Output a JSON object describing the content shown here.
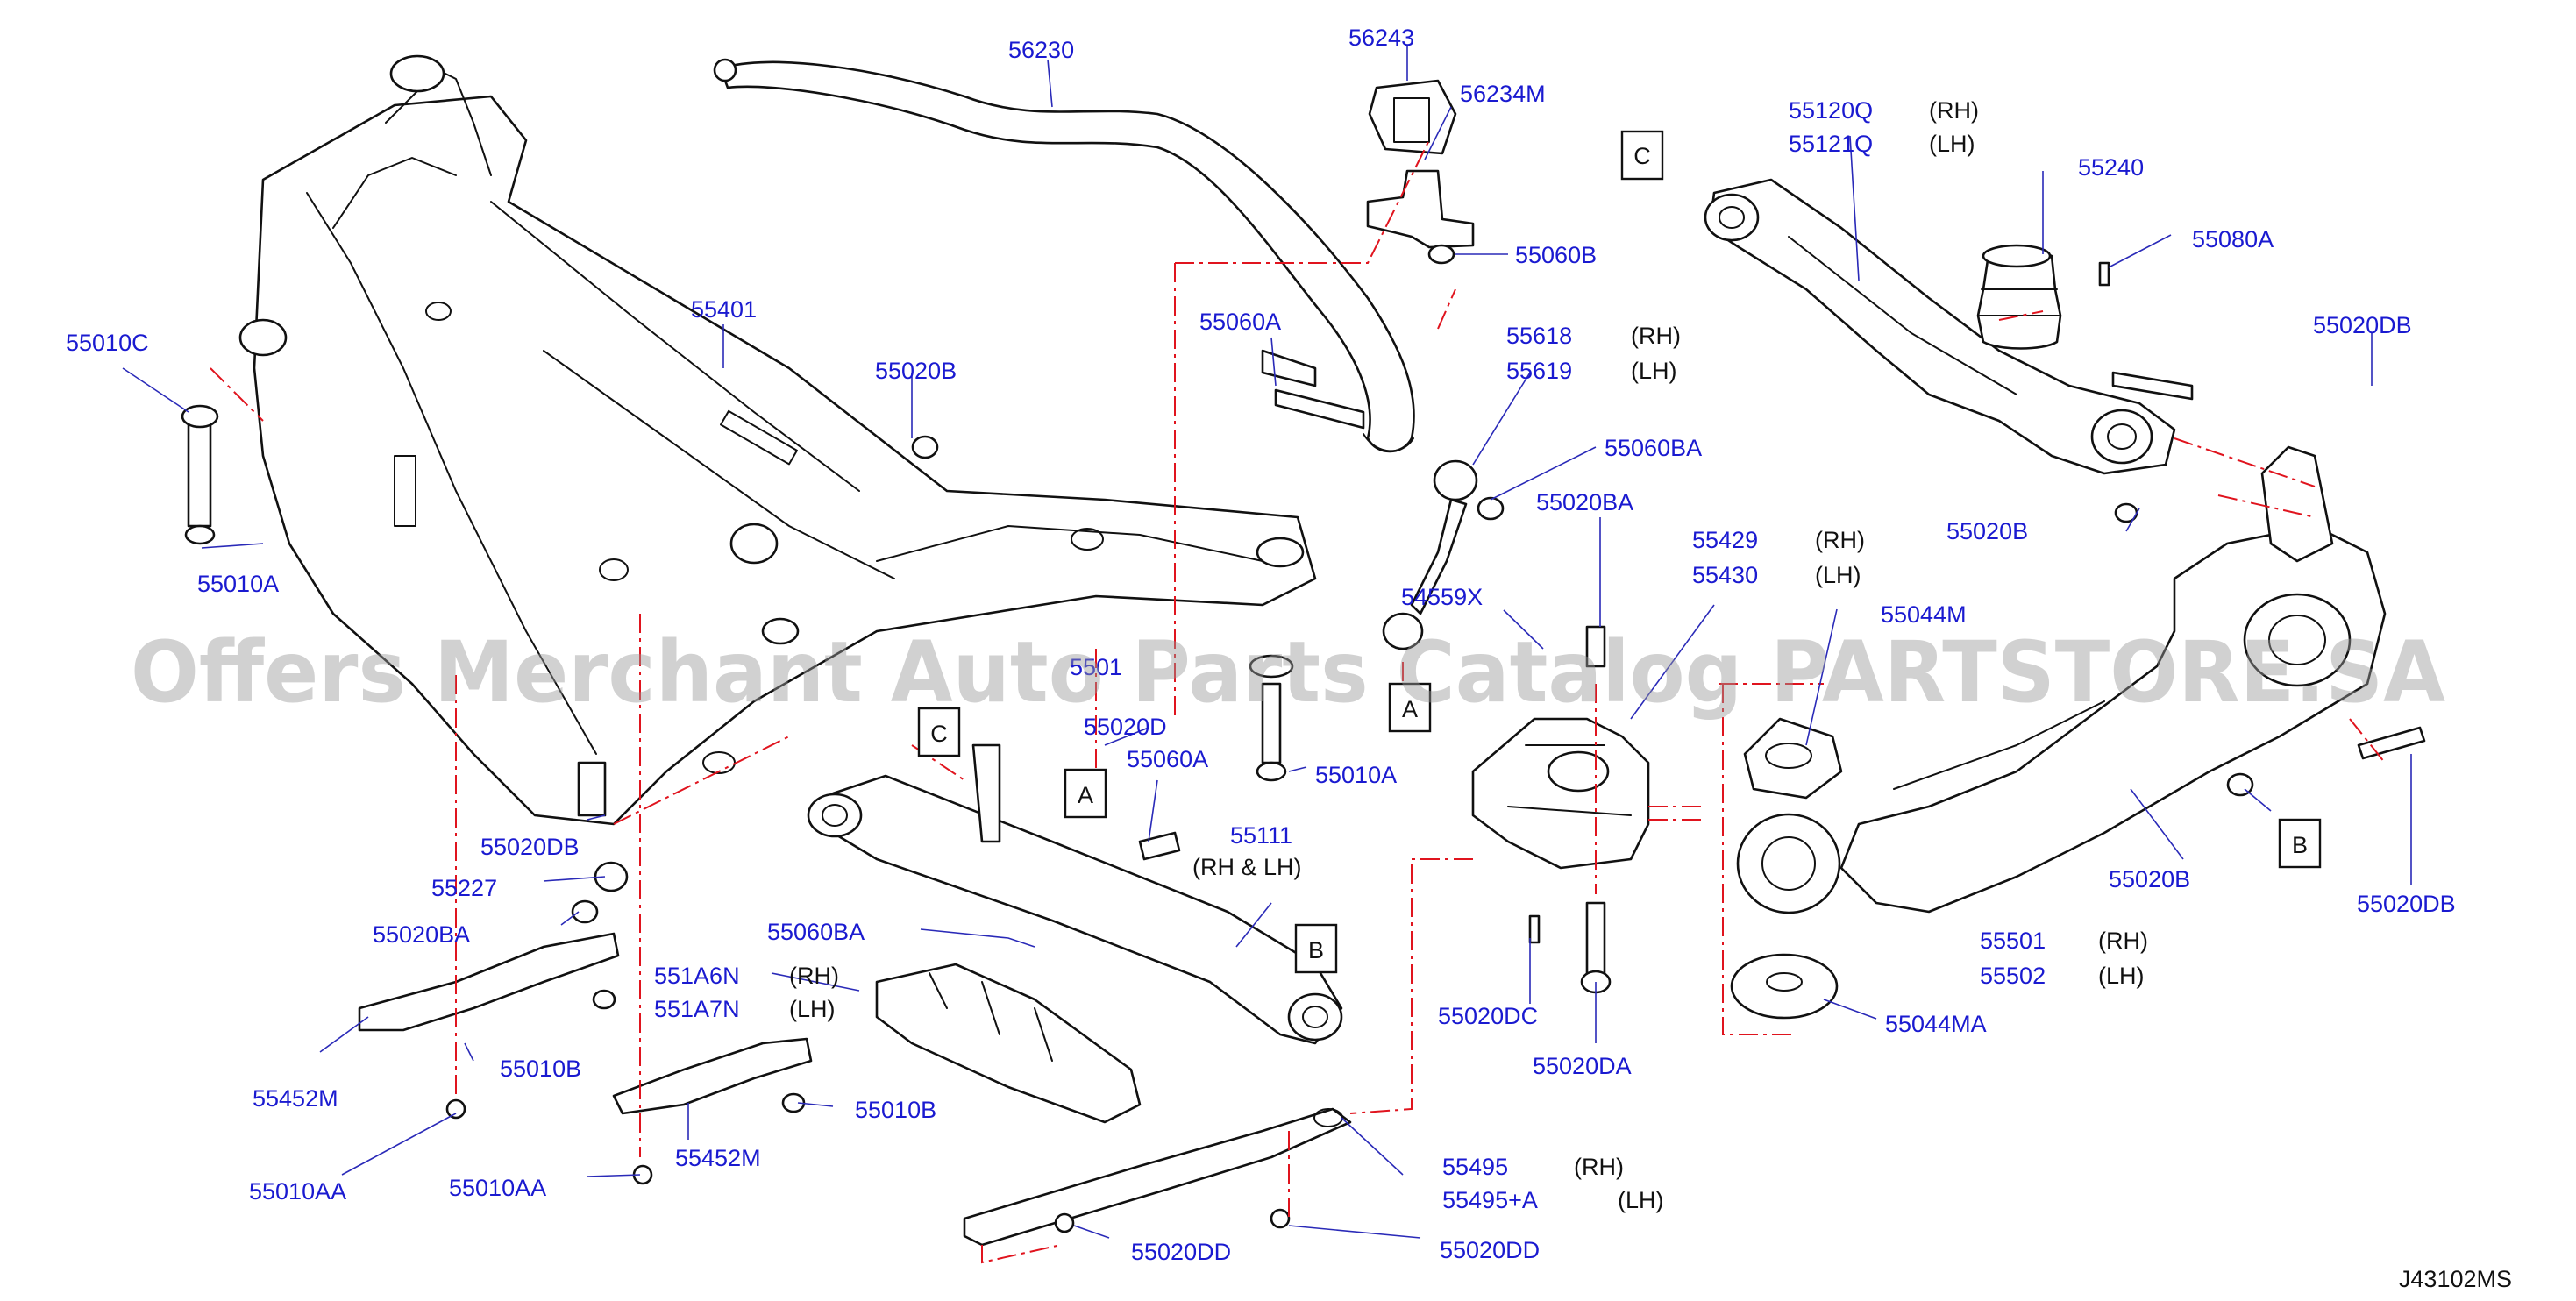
{
  "watermark": "Offers Merchant Auto Parts Catalog PARTSTORE.SA",
  "diagram_code": "J43102MS",
  "colors": {
    "label": "#1a1ad0",
    "leader": "#2a2ab8",
    "phantom_line": "#e0141e",
    "outline": "#111111"
  },
  "labels": {
    "p56230": "56230",
    "p56243": "56243",
    "p56234M": "56234M",
    "p55060B": "55060B",
    "p55120Q": "55120Q",
    "p55121Q": "55121Q",
    "rh_55120Q": "(RH)",
    "lh_55121Q": "(LH)",
    "p55240": "55240",
    "p55080A": "55080A",
    "p55020DB_top": "55020DB",
    "p55010C": "55010C",
    "p55401": "55401",
    "p55020B_mid": "55020B",
    "p55060A_top": "55060A",
    "p55618": "55618",
    "p55619": "55619",
    "rh_55618": "(RH)",
    "lh_55619": "(LH)",
    "p55060BA_top": "55060BA",
    "p55020BA_top": "55020BA",
    "p55020B_right": "55020B",
    "p55010A_left": "55010A",
    "p55429": "55429",
    "p55430": "55430",
    "rh_55429": "(RH)",
    "lh_55430": "(LH)",
    "p54559X": "54559X",
    "p55044M": "55044M",
    "p55010_partial": "5501",
    "p55010A_mid": "55010A",
    "p55020D": "55020D",
    "p55060A_mid": "55060A",
    "p55111": "55111",
    "p55111_side": "(RH  &  LH)",
    "p55020DB_left": "55020DB",
    "p55227": "55227",
    "p55020BA_left": "55020BA",
    "p55060BA_mid": "55060BA",
    "p551A6N": "551A6N",
    "p551A7N": "551A7N",
    "rh_551A6N": "(RH)",
    "lh_551A7N": "(LH)",
    "p55452M_left": "55452M",
    "p55010B_left": "55010B",
    "p55010B_mid": "55010B",
    "p55452M_mid": "55452M",
    "p55010AA_left": "55010AA",
    "p55010AA_mid": "55010AA",
    "p55020DC": "55020DC",
    "p55020DA": "55020DA",
    "p55044MA": "55044MA",
    "p55020B_lower": "55020B",
    "p55020DB_right": "55020DB",
    "p55501": "55501",
    "p55502": "55502",
    "rh_55501": "(RH)",
    "lh_55502": "(LH)",
    "p55495": "55495",
    "p55495A": "55495+A",
    "rh_55495": "(RH)",
    "lh_55495A": "(LH)",
    "p55020DD_left": "55020DD",
    "p55020DD_right": "55020DD"
  },
  "ref_boxes": {
    "c_top": "C",
    "c_mid": "C",
    "a_right": "A",
    "a_mid": "A",
    "b_mid": "B",
    "b_right": "B"
  }
}
